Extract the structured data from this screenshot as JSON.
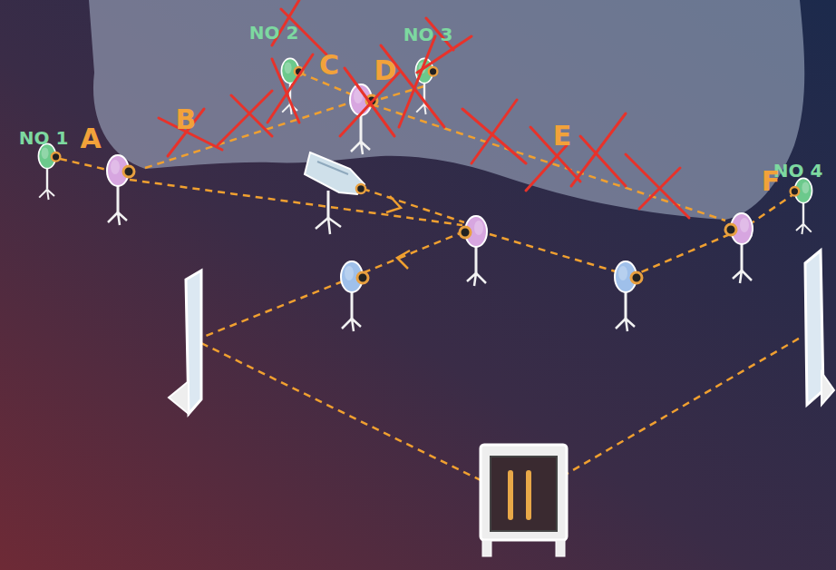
{
  "diagram": {
    "labels": [
      "NO 1",
      "A",
      "NO 2",
      "C",
      "D",
      "NO 3",
      "B",
      "E",
      "NO 4",
      "F"
    ]
  }
}
